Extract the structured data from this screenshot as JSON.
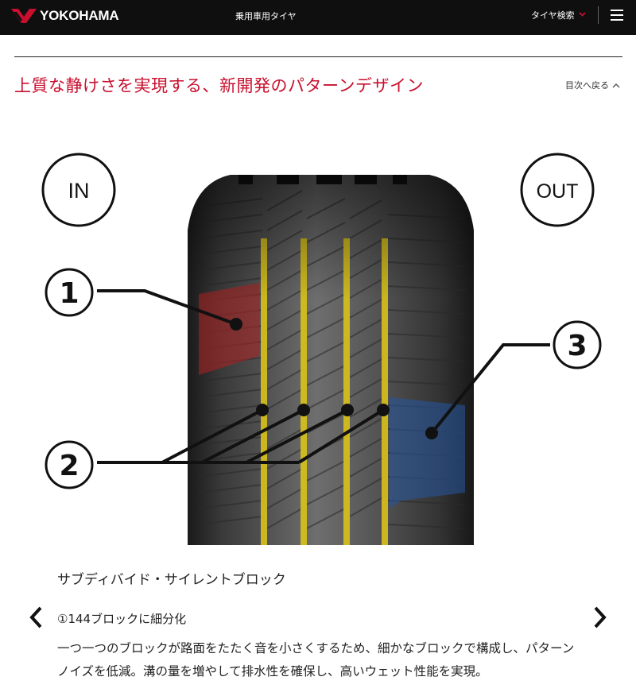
{
  "header": {
    "brand": "YOKOHAMA",
    "nav_label": "乗用車用タイヤ",
    "search_label": "タイヤ検索",
    "colors": {
      "background": "#0f0f0f",
      "brand_red": "#c8102e"
    }
  },
  "section": {
    "title": "上質な静けさを実現する、新開発のパターンデザイン",
    "toc_label": "目次へ戻る",
    "title_color": "#c8102e"
  },
  "figure": {
    "in_label": "IN",
    "out_label": "OUT",
    "markers": [
      "①",
      "②",
      "③"
    ]
  },
  "caption": {
    "title": "サブディバイド・サイレントブロック",
    "point_title": "①144ブロックに細分化",
    "point_body": "一つ一つのブロックが路面をたたく音を小さくするため、細かなブロックで構成し、パターンノイズを低減。溝の量を増やして排水性を確保し、高いウェット性能を実現。"
  },
  "icons": {
    "menu": "hamburger-icon",
    "search_chevron": "chevron-down-icon",
    "toc": "chevron-up-icon",
    "prev": "chevron-left-icon",
    "next": "chevron-right-icon"
  }
}
